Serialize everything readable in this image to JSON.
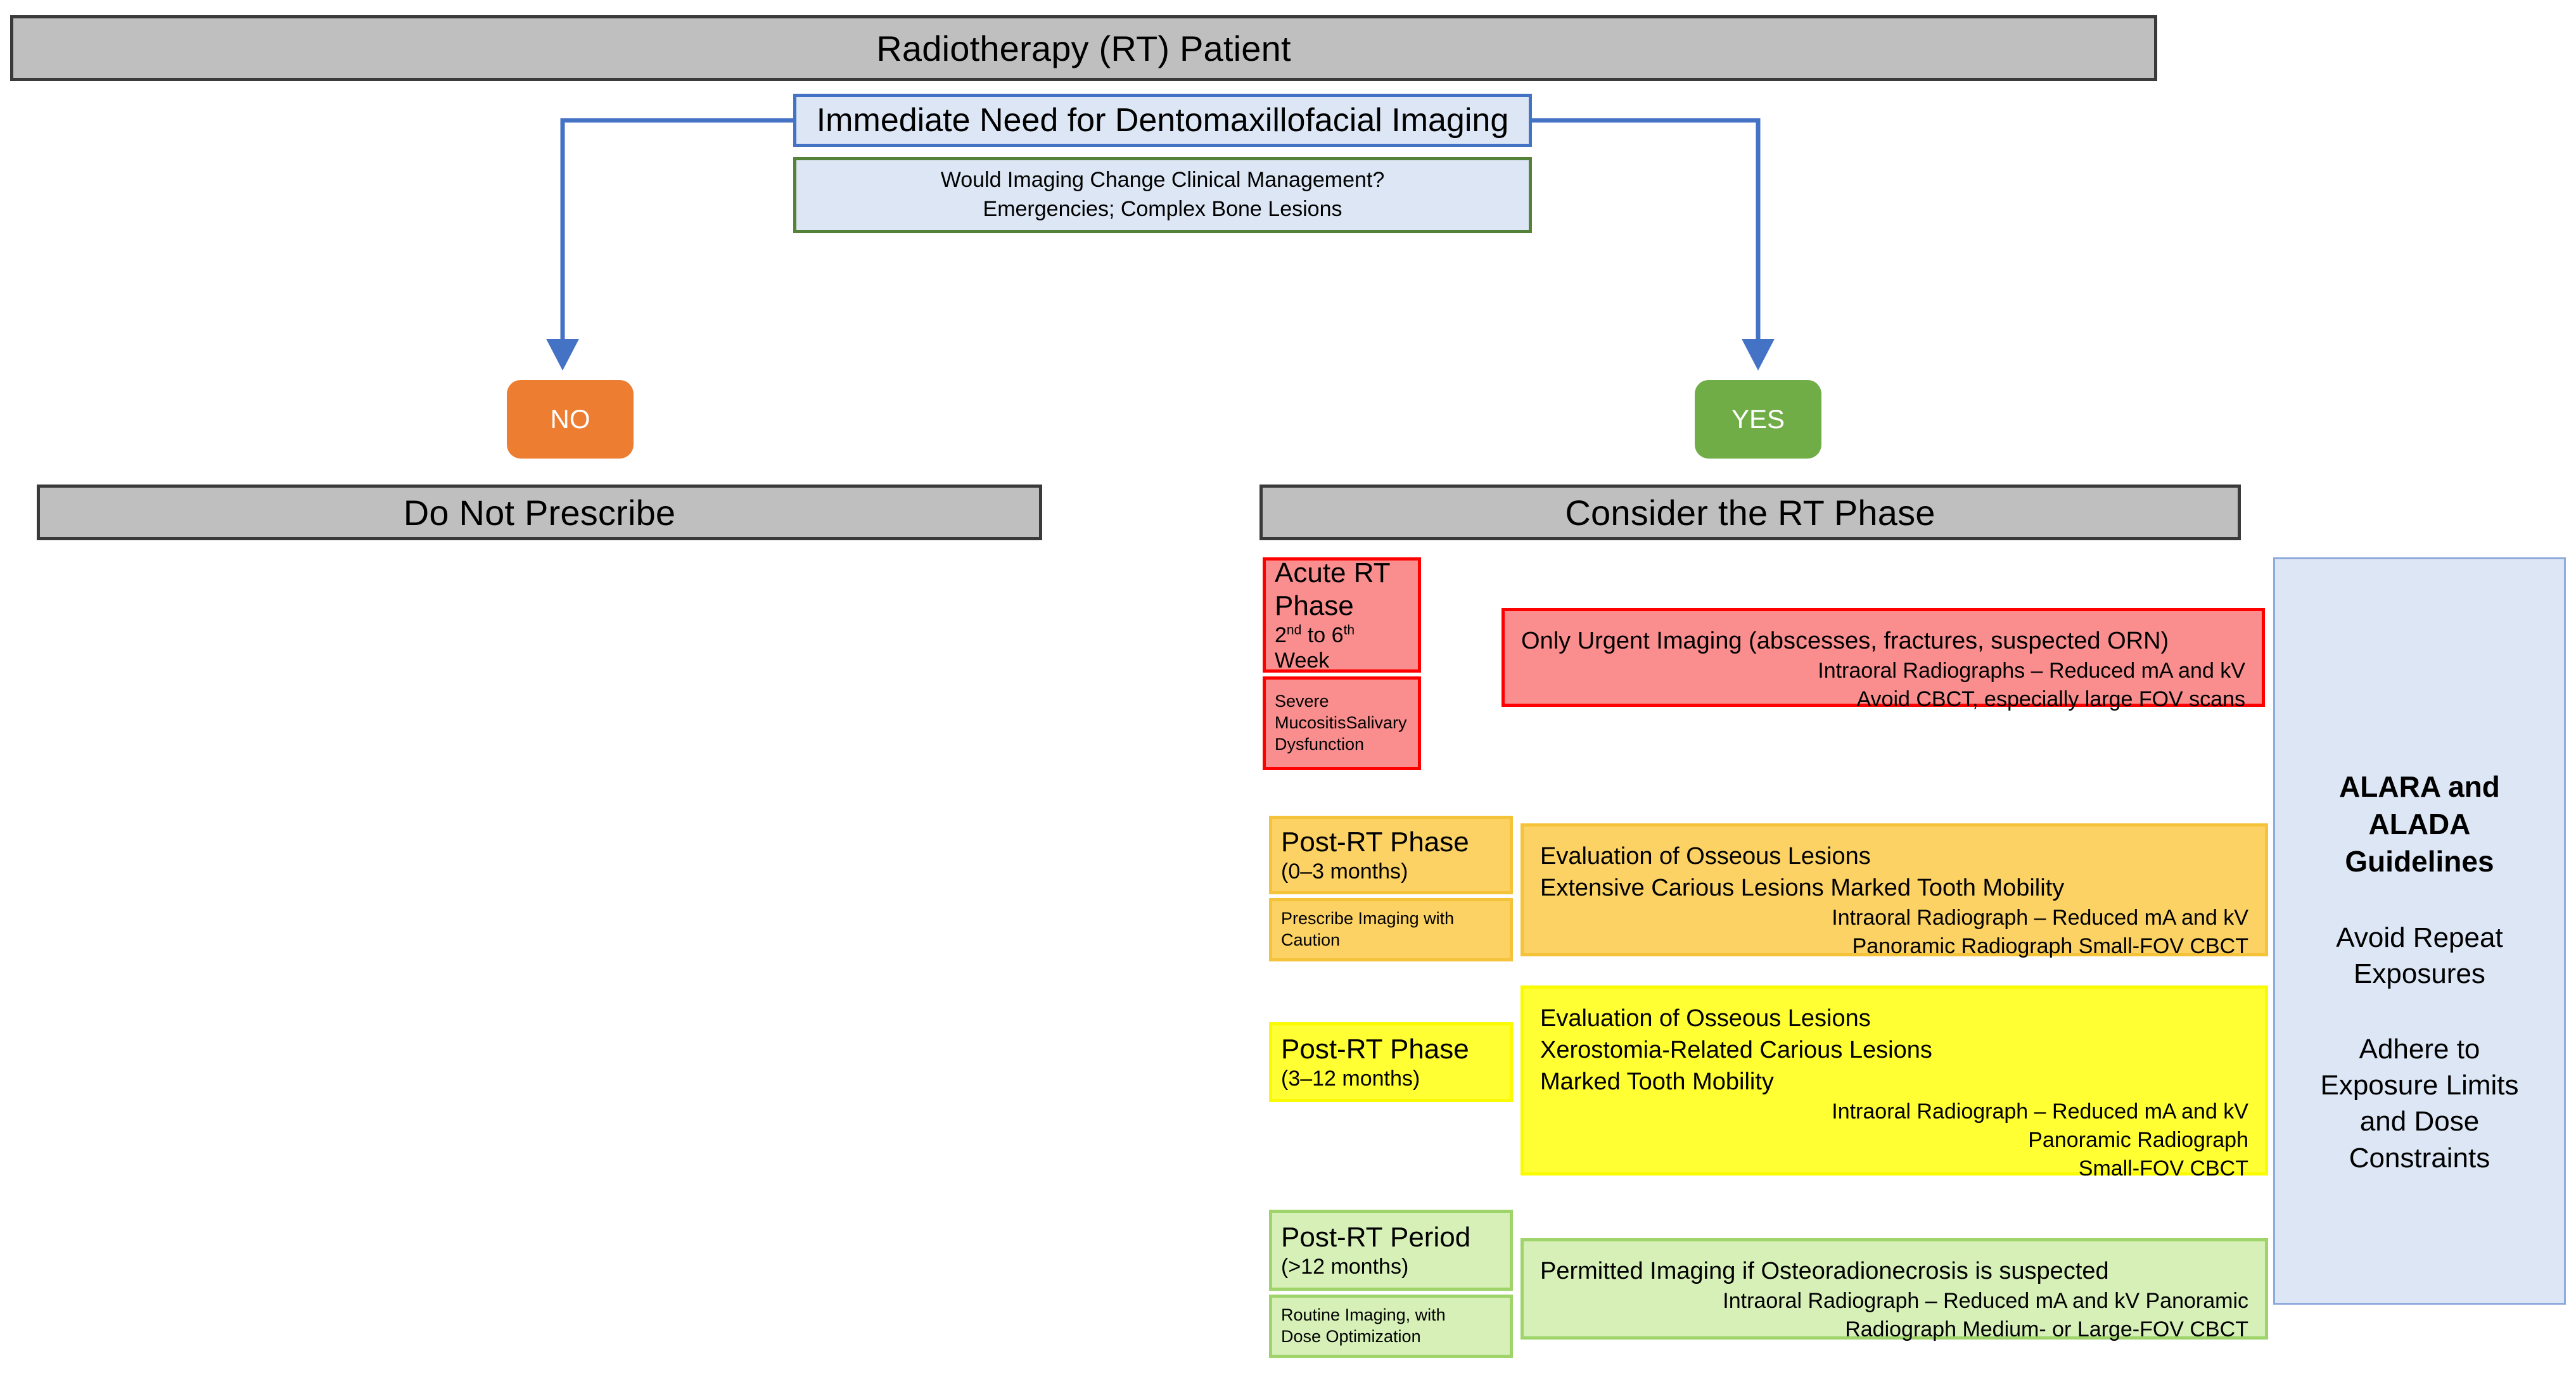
{
  "title_bar": {
    "label": "Radiotherapy (RT) Patient"
  },
  "decision": {
    "question_label": "Immediate Need for Dentomaxillofacial Imaging",
    "criteria_line1": "Would Imaging Change Clinical Management?",
    "criteria_line2": "Emergencies; Complex Bone Lesions"
  },
  "branches": {
    "no": {
      "pill_label": "NO",
      "outcome_label": "Do Not Prescribe"
    },
    "yes": {
      "pill_label": "YES",
      "outcome_label": "Consider the RT Phase"
    }
  },
  "phases": [
    {
      "id": "acute-rt-phase",
      "title_line1": "Acute RT",
      "title_line2": "Phase",
      "timing_prefix": "2",
      "timing_sup1": "nd",
      "timing_mid": " to 6",
      "timing_sup2": "th",
      "timing_suffix": " Week",
      "sub_line1": "Severe",
      "sub_line2": "MucositisSalivary",
      "sub_line3": "Dysfunction",
      "body_left": [
        "Only Urgent Imaging (abscesses, fractures, suspected ORN)"
      ],
      "body_right": [
        "Intraoral Radiographs – Reduced mA and kV",
        "Avoid CBCT, especially large FOV scans"
      ]
    },
    {
      "id": "post-rt-phase-0-3",
      "title_line1": "Post-RT Phase",
      "title_line2": "(0–3 months)",
      "sub_line1": "Prescribe Imaging with",
      "sub_line2": "Caution",
      "body_left": [
        "Evaluation of Osseous Lesions",
        "Extensive Carious Lesions  Marked Tooth Mobility"
      ],
      "body_right": [
        "Intraoral Radiograph – Reduced mA and kV",
        "Panoramic Radiograph  Small-FOV CBCT"
      ]
    },
    {
      "id": "post-rt-phase-3-12",
      "title_line1": "Post-RT Phase",
      "title_line2": "(3–12 months)",
      "body_left": [
        "Evaluation of Osseous Lesions",
        "Xerostomia-Related Carious Lesions",
        "Marked Tooth Mobility"
      ],
      "body_right": [
        "Intraoral Radiograph – Reduced mA and kV",
        "Panoramic Radiograph",
        "Small-FOV CBCT"
      ]
    },
    {
      "id": "post-rt-period-12plus",
      "title_line1": "Post-RT Period",
      "title_line2": "(>12 months)",
      "sub_line1": "Routine Imaging, with",
      "sub_line2": "Dose Optimization",
      "body_left": [
        "Permitted Imaging if Osteoradionecrosis is suspected"
      ],
      "body_right": [
        "Intraoral Radiograph – Reduced mA and kV  Panoramic",
        "Radiograph  Medium- or Large-FOV CBCT"
      ]
    }
  ],
  "alara_panel": {
    "heading_line1": "ALARA and",
    "heading_line2": "ALADA",
    "heading_line3": "Guidelines",
    "body1_line1": "Avoid Repeat",
    "body1_line2": "Exposures",
    "body2_line1": "Adhere to",
    "body2_line2": "Exposure Limits",
    "body2_line3": "and Dose",
    "body2_line4": "Constraints"
  },
  "colors": {
    "grey_bar": "#bfbfbf",
    "grey_border": "#3a3a3a",
    "blue_fill": "#dce6f4",
    "blue_border": "#4472c4",
    "green_border": "#558239",
    "no_pill": "#ed7d31",
    "yes_pill": "#70ad47",
    "acute_fill": "#fa8e8e",
    "acute_border": "#ff0000",
    "amber_fill": "#fbd263",
    "amber_border": "#f5c33a",
    "yellow_fill": "#ffff33",
    "yellow_border": "#fafa00",
    "green_fill": "#d6f0b8",
    "green_fill_border": "#9ed46a",
    "alara_border": "#8faadc",
    "connector": "#4472c4"
  }
}
